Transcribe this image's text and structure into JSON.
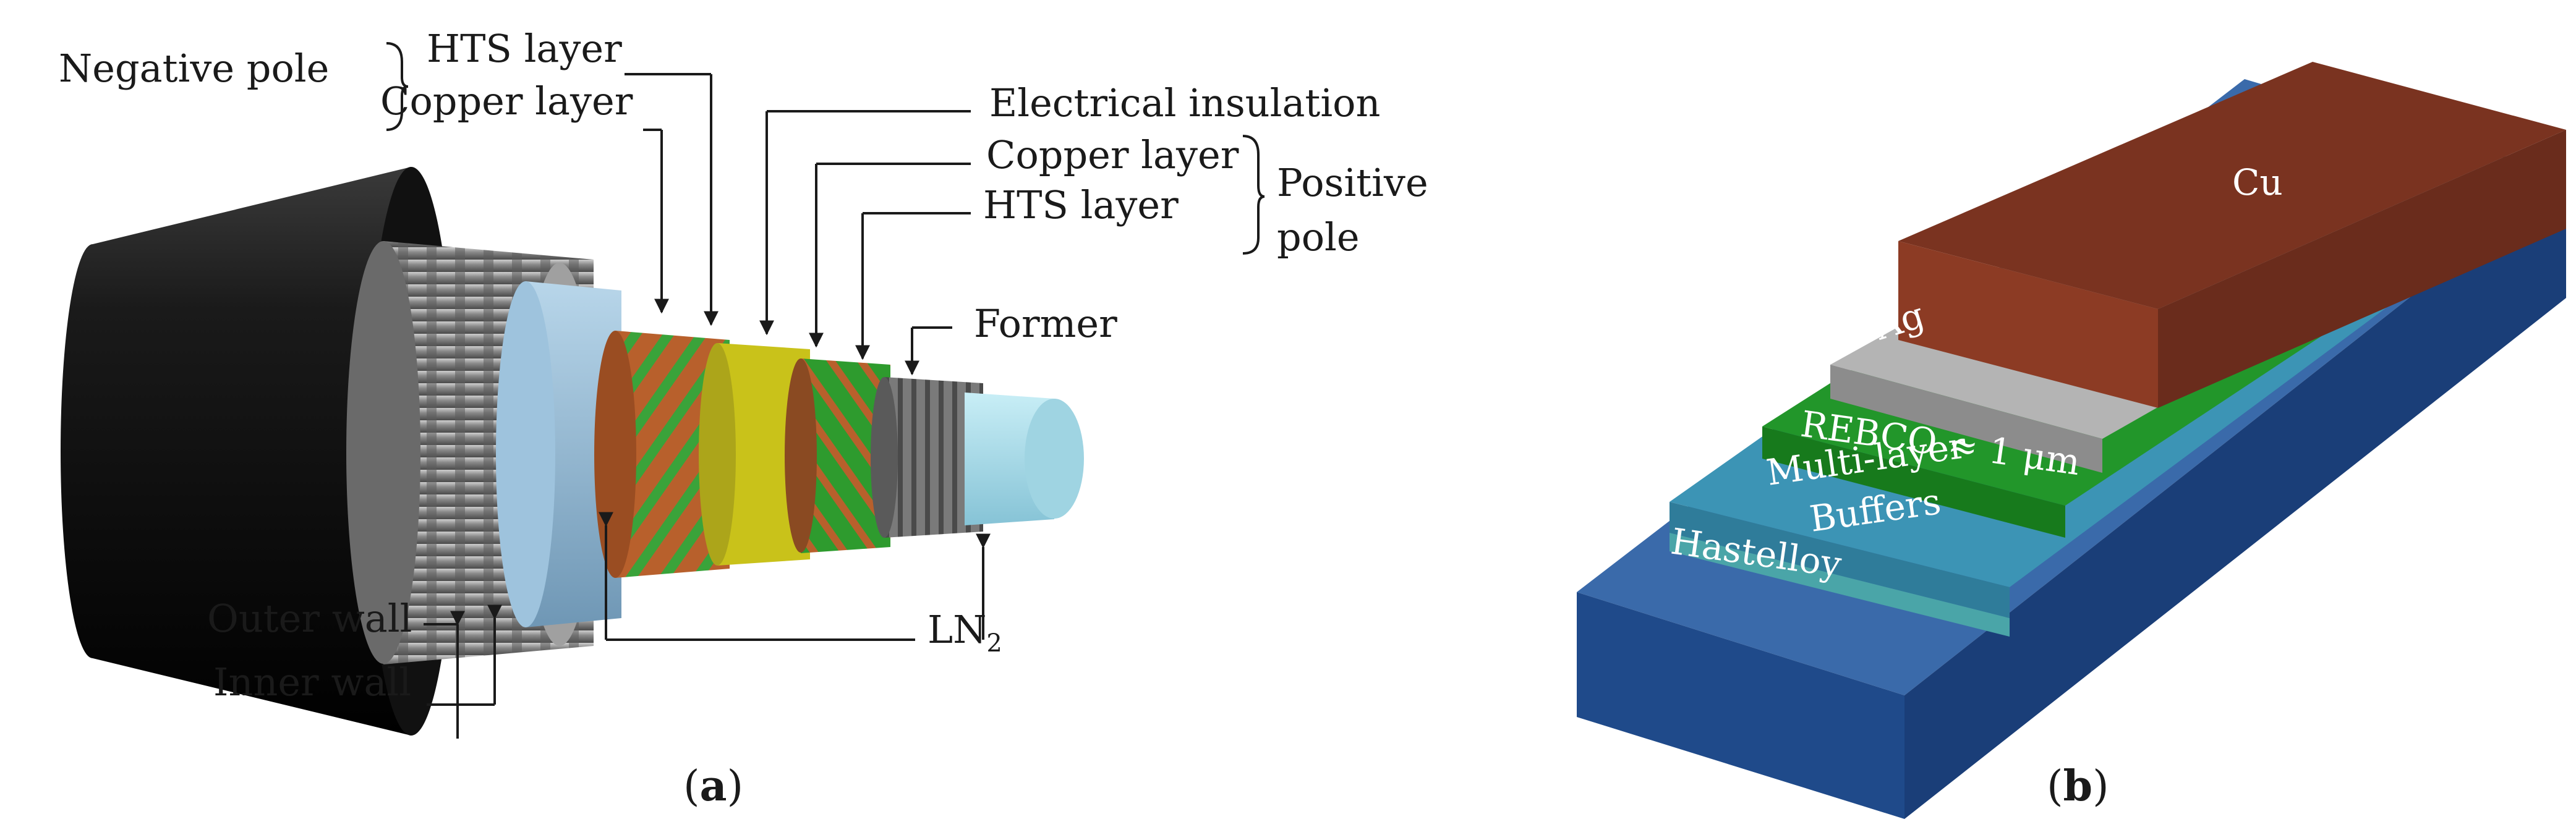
{
  "panel_a": {
    "caption_letter": "a",
    "labels": {
      "negative_pole": "Negative pole",
      "hts_layer_outer": "HTS layer",
      "copper_layer_outer": "Copper layer",
      "electrical_insulation": "Electrical insulation",
      "copper_layer_inner": "Copper layer",
      "hts_layer_inner": "HTS layer",
      "positive_pole_1": "Positive",
      "positive_pole_2": "pole",
      "former": "Former",
      "outer_wall": "Outer wall",
      "inner_wall": "Inner wall",
      "ln2_main": "LN",
      "ln2_sub": "2"
    },
    "colors": {
      "outer_jacket": "#0d0d0d",
      "corrugated_wall": "#8c8c8c",
      "ln2": "#8fb8d4",
      "copper": "#b8602c",
      "hts": "#2e9b2e",
      "insulation": "#c9c21a",
      "former": "#707070",
      "core": "#a8dce8"
    }
  },
  "panel_b": {
    "caption_letter": "b",
    "layers": {
      "cu": "Cu",
      "ag": "Ag",
      "rebco": "REBCO ≈ 1 μm",
      "buffers_1": "Multi-layer",
      "buffers_2": "Buffers",
      "hastelloy": "Hastelloy"
    },
    "colors": {
      "cu_top": "#7a3220",
      "cu_front": "#8a3a24",
      "ag": "#a8a8a8",
      "rebco": "#1a8a1a",
      "buffers": "#3a8fb0",
      "hastelloy": "#2a5a98"
    }
  }
}
